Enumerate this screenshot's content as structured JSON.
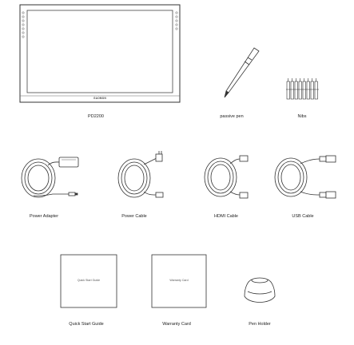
{
  "items": {
    "tablet": {
      "label": "PD2200",
      "brand": "GAOMON",
      "icon": "pen-display-icon"
    },
    "pen": {
      "label": "passive pen",
      "icon": "stylus-icon"
    },
    "nibs": {
      "label": "Nibs",
      "icon": "nibs-icon"
    },
    "power_adapter": {
      "label": "Power Adapter",
      "icon": "power-adapter-icon"
    },
    "power_cable": {
      "label": "Power Cable",
      "icon": "power-cable-icon"
    },
    "hdmi_cable": {
      "label": "HDMI Cable",
      "icon": "hdmi-cable-icon"
    },
    "usb_cable": {
      "label": "USB Cable",
      "icon": "usb-cable-icon"
    },
    "quick_start": {
      "label": "Quick Start Guide",
      "card_text": "Quick Start Guide",
      "icon": "booklet-icon"
    },
    "warranty": {
      "label": "Warranty Card",
      "card_text": "Warranty Card",
      "icon": "card-icon"
    },
    "pen_holder": {
      "label": "Pen Holder",
      "icon": "pen-holder-icon"
    }
  }
}
